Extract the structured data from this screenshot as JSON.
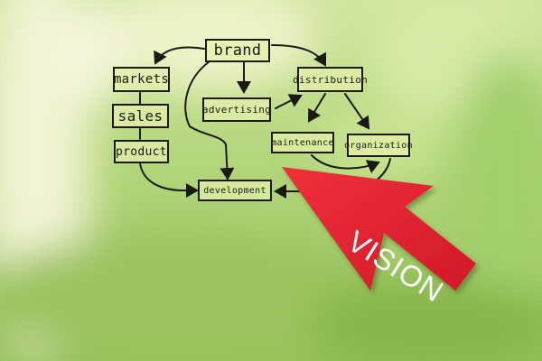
{
  "diagram": {
    "nodes": {
      "brand": "brand",
      "markets": "markets",
      "sales": "sales",
      "product": "product",
      "advertising": "advertising",
      "distribution": "distribution",
      "maintenance": "maintenance",
      "organization": "organization",
      "development": "development"
    },
    "callout": "VISION"
  },
  "colors": {
    "box_fill": "#e4f0aa",
    "ink": "#1a1a12",
    "arrow_red": "#e3202e"
  }
}
